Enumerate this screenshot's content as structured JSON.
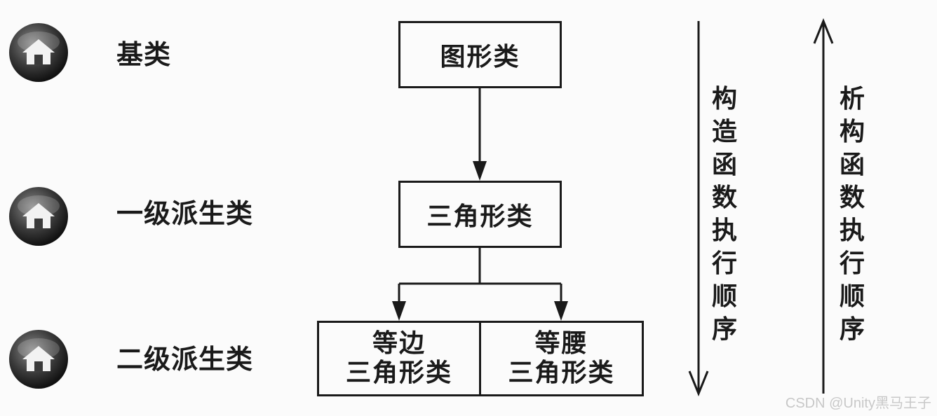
{
  "levels": [
    {
      "label": "基类"
    },
    {
      "label": "一级派生类"
    },
    {
      "label": "二级派生类"
    }
  ],
  "boxes": {
    "base": "图形类",
    "level1": "三角形类",
    "level2_left_line1": "等边",
    "level2_left_line2": "三角形类",
    "level2_right_line1": "等腰",
    "level2_right_line2": "三角形类"
  },
  "arrows": {
    "constructor_order": "构造函数执行顺序",
    "destructor_order": "析构函数执行顺序"
  },
  "watermark": "CSDN @Unity黑马王子",
  "colors": {
    "ink": "#1a1a1a",
    "badge": "#3a3a3a",
    "watermark": "#c8c8c8"
  },
  "icons": {
    "level_badge": "home-icon"
  }
}
